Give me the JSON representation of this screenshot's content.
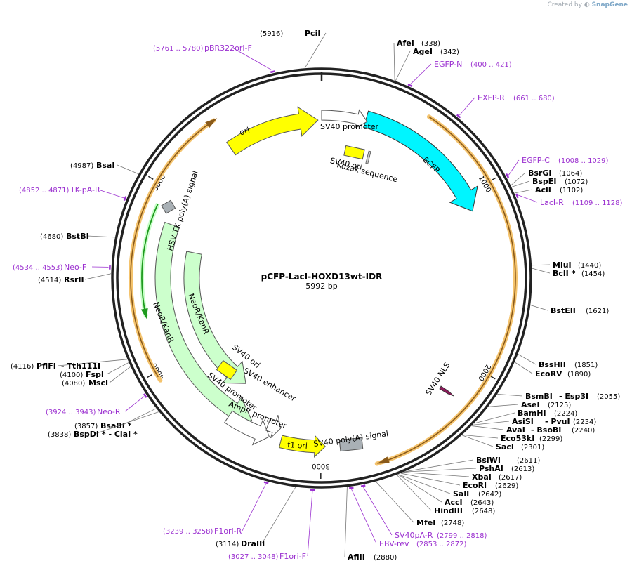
{
  "credit": {
    "prefix": "Created by",
    "brand": "SnapGene"
  },
  "plasmid": {
    "name": "pCFP-LacI-HOXD13wt-IDR",
    "length_label": "5992 bp",
    "length": 5992
  },
  "colors": {
    "backbone": "#222222",
    "ecfp": "#00f5ff",
    "yellow": "#ffff00",
    "neo": "#ccffcc",
    "white": "#ffffff",
    "lacI_orf": "#f4c36d",
    "hsv_green": "#1f9a1f",
    "grey": "#a9b0b5",
    "primer": "#9b30d0",
    "nls": "#8b1a5a"
  },
  "ticks": [
    "1000",
    "2000",
    "3000",
    "4000",
    "5000"
  ],
  "enzymes": [
    {
      "name": "PciI",
      "coord": "(5916)"
    },
    {
      "name": "AfeI",
      "coord": "(338)"
    },
    {
      "name": "AgeI",
      "coord": "(342)"
    },
    {
      "name": "BsrGI",
      "coord": "(1064)"
    },
    {
      "name": "BspEI",
      "coord": "(1072)"
    },
    {
      "name": "AclI",
      "coord": "(1102)"
    },
    {
      "name": "MluI",
      "coord": "(1440)"
    },
    {
      "name": "BclI *",
      "coord": "(1454)"
    },
    {
      "name": "BstEII",
      "coord": "(1621)"
    },
    {
      "name": "BssHII",
      "coord": "(1851)"
    },
    {
      "name": "EcoRV",
      "coord": "(1890)"
    },
    {
      "name": "BsmBI",
      "coord": ""
    },
    {
      "name": "- Esp3I",
      "coord": "(2055)"
    },
    {
      "name": "AseI",
      "coord": "(2125)"
    },
    {
      "name": "BamHI",
      "coord": "(2224)"
    },
    {
      "name": "AsiSI",
      "coord": ""
    },
    {
      "name": "- PvuI",
      "coord": "(2234)"
    },
    {
      "name": "AvaI",
      "coord": ""
    },
    {
      "name": "- BsoBI",
      "coord": "(2240)"
    },
    {
      "name": "Eco53kI",
      "coord": "(2299)"
    },
    {
      "name": "SacI",
      "coord": "(2301)"
    },
    {
      "name": "BsiWI",
      "coord": "(2611)"
    },
    {
      "name": "PshAI",
      "coord": "(2613)"
    },
    {
      "name": "XbaI",
      "coord": "(2617)"
    },
    {
      "name": "EcoRI",
      "coord": "(2629)"
    },
    {
      "name": "SalI",
      "coord": "(2642)"
    },
    {
      "name": "AccI",
      "coord": "(2643)"
    },
    {
      "name": "HindIII",
      "coord": "(2648)"
    },
    {
      "name": "MfeI",
      "coord": "(2748)"
    },
    {
      "name": "AflII",
      "coord": "(2880)"
    },
    {
      "name": "DraIII",
      "coord": "(3114)"
    },
    {
      "name": "BsaBI *",
      "coord": "(3857)"
    },
    {
      "name": "BspDI * - ClaI *",
      "coord": "(3838)"
    },
    {
      "name": "MscI",
      "coord": "(4080)"
    },
    {
      "name": "FspI",
      "coord": "(4100)"
    },
    {
      "name": "PflFI",
      "coord": "(4116)"
    },
    {
      "name": "- Tth111I",
      "coord": ""
    },
    {
      "name": "RsrII",
      "coord": "(4514)"
    },
    {
      "name": "BstBI",
      "coord": "(4680)"
    },
    {
      "name": "BsaI",
      "coord": "(4987)"
    }
  ],
  "primers": [
    {
      "name": "pBR322ori-F",
      "coord": "(5761 .. 5780)"
    },
    {
      "name": "EGFP-N",
      "coord": "(400 .. 421)"
    },
    {
      "name": "EXFP-R",
      "coord": "(661 .. 680)"
    },
    {
      "name": "EGFP-C",
      "coord": "(1008 .. 1029)"
    },
    {
      "name": "LacI-R",
      "coord": "(1109 .. 1128)"
    },
    {
      "name": "SV40pA-R",
      "coord": "(2799 .. 2818)"
    },
    {
      "name": "EBV-rev",
      "coord": "(2853 .. 2872)"
    },
    {
      "name": "F1ori-R",
      "coord": "(3239 .. 3258)"
    },
    {
      "name": "F1ori-F",
      "coord": "(3027 .. 3048)"
    },
    {
      "name": "Neo-R",
      "coord": "(3924 .. 3943)"
    },
    {
      "name": "Neo-F",
      "coord": "(4534 .. 4553)"
    },
    {
      "name": "TK-pA-R",
      "coord": "(4852 .. 4871)"
    }
  ],
  "features": {
    "ori": "ori",
    "sv40_promoter_top": "SV40 promoter",
    "ecfp": "ECFP",
    "sv40_ori_top": "SV40 ori",
    "kozak": "Kozak sequence",
    "hsv_tk": "HSV TK poly(A) signal",
    "neo_outer": "NeoR/KanR",
    "neo_inner": "NeoR/KanR",
    "sv40_ori_lower": "SV40 ori",
    "sv40_enhancer": "SV40 enhancer",
    "sv40_promoter_lower": "SV40 promoter",
    "ampr_promoter": "AmpR promoter",
    "f1_ori": "f1 ori",
    "sv40_polya": "SV40 poly(A) signal",
    "sv40_nls": "SV40 NLS"
  }
}
